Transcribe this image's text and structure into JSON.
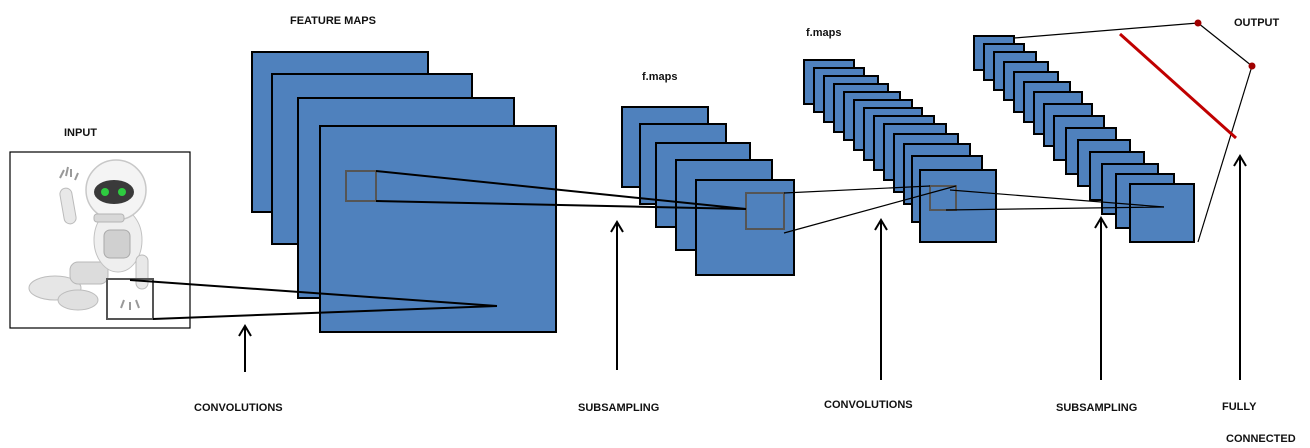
{
  "labels": {
    "input": "INPUT",
    "feature_maps": "FEATURE MAPS",
    "fmaps_1": "f.maps",
    "fmaps_2": "f.maps",
    "output": "OUTPUT",
    "convolutions_1": "CONVOLUTIONS",
    "subsampling_1": "SUBSAMPLING",
    "convolutions_2": "CONVOLUTIONS",
    "subsampling_2": "SUBSAMPLING",
    "fully": "FULLY",
    "connected": "CONNECTED"
  },
  "colors": {
    "feature_map_fill": "#4f81bd",
    "feature_map_stroke": "#000000",
    "fully_connected_highlight": "#c00000",
    "output_node": "#a00000",
    "robot_body": "#ececec",
    "robot_eye": "#2ecc40"
  },
  "icons": {
    "input_image": "robot-image",
    "arrows": "up-arrow-icon"
  }
}
